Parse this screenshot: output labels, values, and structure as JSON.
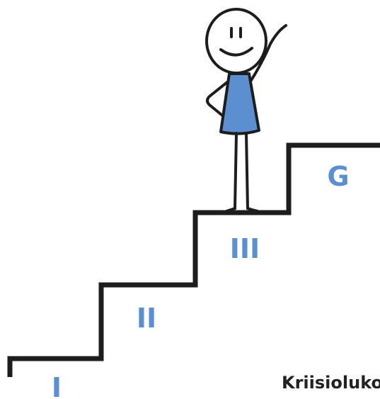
{
  "diagram": {
    "steps": [
      {
        "label": "I"
      },
      {
        "label": "II"
      },
      {
        "label": "III"
      },
      {
        "label": "G"
      }
    ],
    "caption": "Kriisiolukorra",
    "colors": {
      "stair": "#1d1d1d",
      "accent": "#5b8fd0",
      "figure_body": "#5b8fd0",
      "figure_outline": "#1d1d1d"
    },
    "icons": {
      "figure": "stick-figure-waving-icon"
    }
  }
}
